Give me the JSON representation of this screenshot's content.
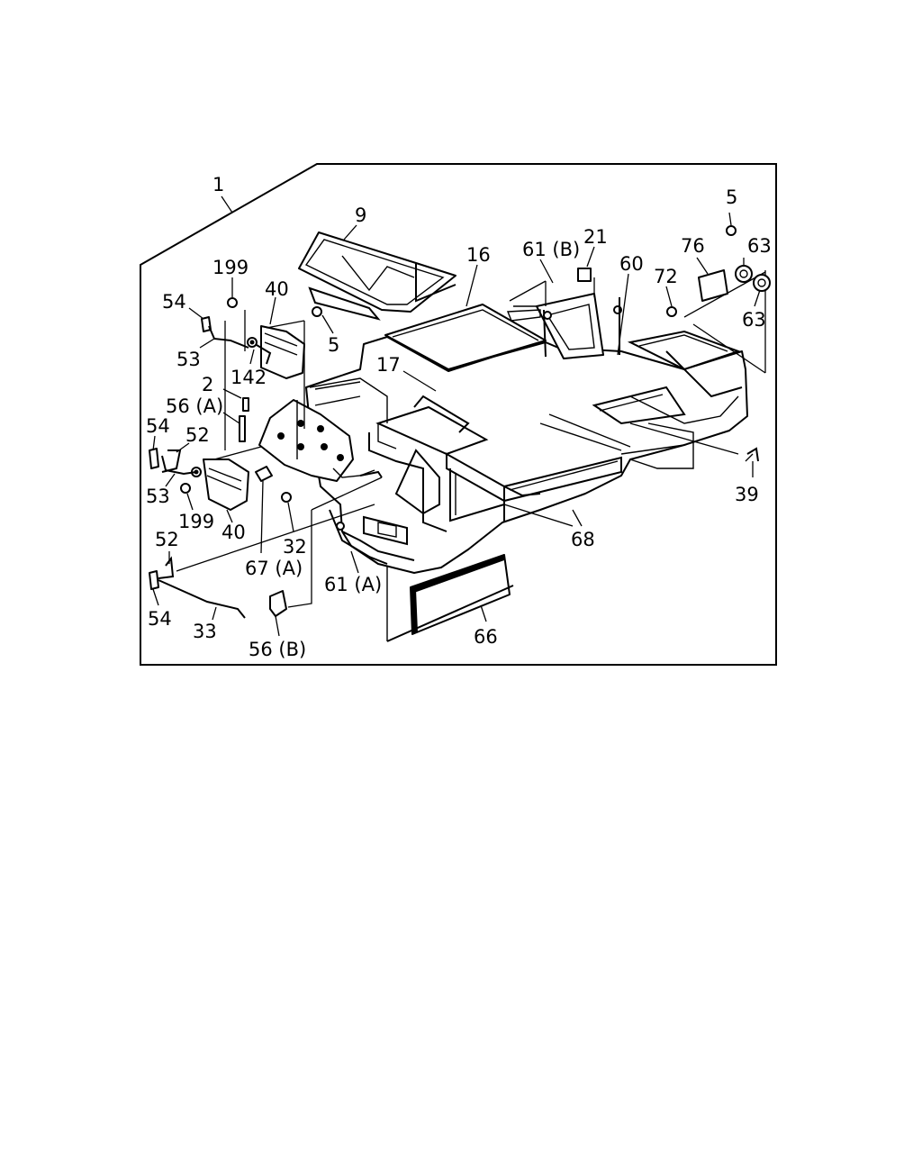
{
  "diagram": {
    "callouts": {
      "c1": "1",
      "c9": "9",
      "c16": "16",
      "c61b": "61 (B)",
      "c21": "21",
      "c60": "60",
      "c5a": "5",
      "c76": "76",
      "c63a": "63",
      "c72": "72",
      "c63b": "63",
      "c199a": "199",
      "c54a": "54",
      "c40a": "40",
      "c5b": "5",
      "c53a": "53",
      "c142": "142",
      "c17": "17",
      "c2": "2",
      "c56a": "56 (A)",
      "c54b": "54",
      "c52a": "52",
      "c53b": "53",
      "c199b": "199",
      "c40b": "40",
      "c32": "32",
      "c67a": "67 (A)",
      "c52b": "52",
      "c61a": "61 (A)",
      "c68": "68",
      "c39": "39",
      "c54c": "54",
      "c33": "33",
      "c56b": "56 (B)",
      "c66": "66"
    }
  }
}
